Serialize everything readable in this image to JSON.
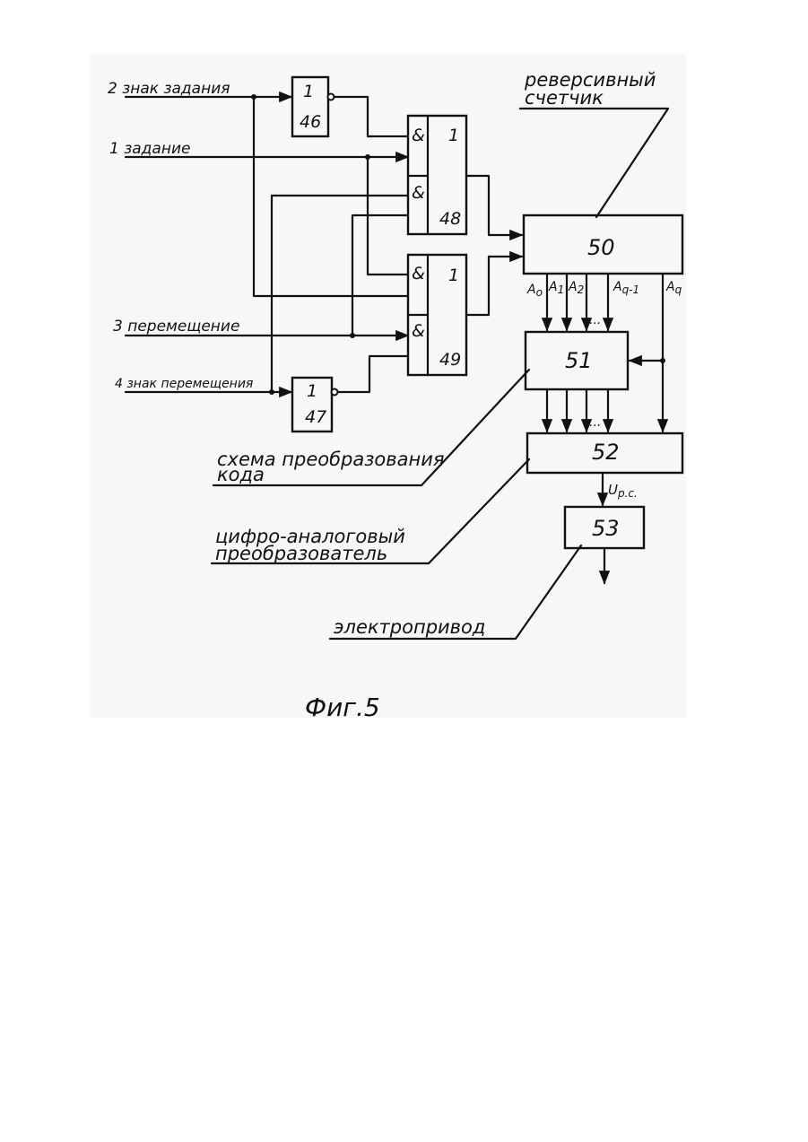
{
  "inputs": {
    "in2": "2 знак задания",
    "in1": "1  задание",
    "in3": "3   перемещение",
    "in4": "4 знак перемещения"
  },
  "blocks": {
    "b46": "46",
    "b47": "47",
    "b48": "48",
    "b49": "49",
    "b50": "50",
    "b51": "51",
    "b52": "52",
    "b53": "53",
    "one": "1",
    "and": "&"
  },
  "buses": {
    "a0": "A",
    "a0_sub": "o",
    "a1": "A",
    "a1_sub": "1",
    "a2": "A",
    "a2_sub": "2",
    "aq1": "A",
    "aq1_sub": "q-1",
    "aq": "A",
    "aq_sub": "q",
    "dots": "...",
    "u": "U",
    "u_sub": "р.с."
  },
  "captions": {
    "counter_line1": "реверсивный",
    "counter_line2": "счетчик",
    "converter_line1": "схема преобразования",
    "converter_line2": "кода",
    "dac_line1": "цифро-аналоговый",
    "dac_line2": "преобразователь",
    "drive": "электропривод"
  },
  "figure_label": "Фиг.5"
}
